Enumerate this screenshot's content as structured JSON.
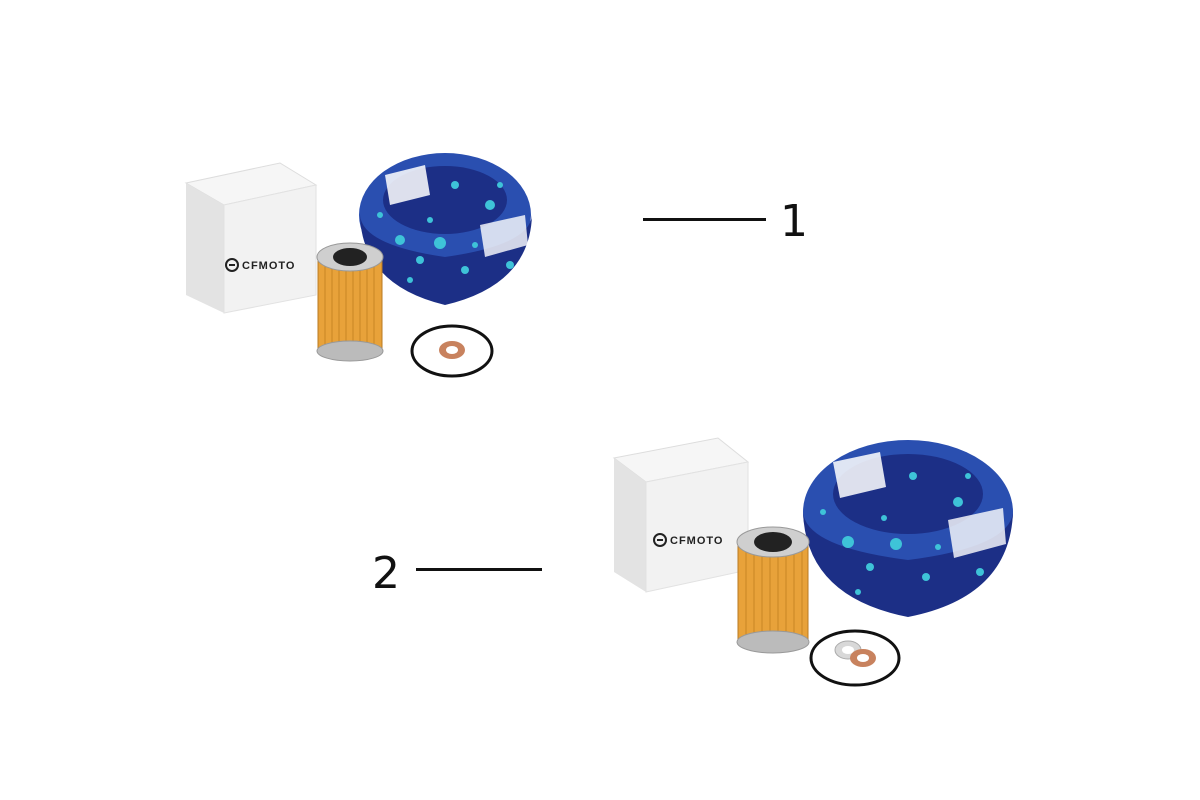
{
  "callouts": [
    {
      "number": "1"
    },
    {
      "number": "2"
    }
  ],
  "kits": [
    {
      "box_logo": "CFMOTO",
      "washers": 1
    },
    {
      "box_logo": "CFMOTO",
      "washers": 2
    }
  ],
  "colors": {
    "box_face": "#eeeeee",
    "filter_paper": "#e8a23a",
    "scarf_blue": "#2a4fb0",
    "scarf_dark": "#1c2f86",
    "scarf_cyan": "#3ec3d8",
    "washer_copper": "#c8825e",
    "o_ring": "#111111"
  },
  "icons": [
    "cfmoto-logo-icon"
  ]
}
